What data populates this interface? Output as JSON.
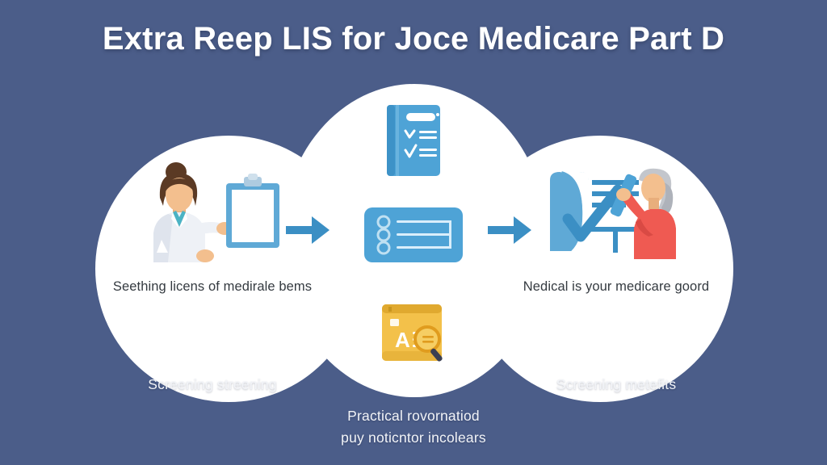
{
  "title": "Extra Reep LIS for Joce Medicare Part D",
  "colors": {
    "background": "#4b5d89",
    "circle": "#ffffff",
    "arrow": "#3b8fc4",
    "icon_blue": "#4ea3d6",
    "icon_blue_dark": "#2f7fb5",
    "icon_orange": "#f3c14a",
    "icon_orange_dark": "#e0a92f",
    "caption_text": "#343a40",
    "label_text": "#f2f4f8",
    "coat_white": "#eef1f6",
    "skin": "#f3bf8e",
    "hair_brown": "#5b3a24",
    "hair_grey": "#c3c6cc",
    "coral": "#ef5a52"
  },
  "steps": [
    {
      "id": "left",
      "art_name": "doctor-with-clipboard-illustration",
      "caption": "Seething licens of medirale bems",
      "bottom_label": "Screening streening"
    },
    {
      "id": "right",
      "art_name": "senior-woman-at-whiteboard-illustration",
      "caption": "Nedical is your medicare goord",
      "bottom_label": "Screening metefits"
    }
  ],
  "center": {
    "icons": [
      {
        "name": "checklist-book-icon",
        "color": "#4ea3d6"
      },
      {
        "name": "list-card-icon",
        "color": "#4ea3d6"
      },
      {
        "name": "document-magnifier-icon",
        "color": "#f3c14a"
      }
    ],
    "bottom_label_line1": "Practical rovornatiod",
    "bottom_label_line2": "puy noticntor incolears"
  },
  "arrows": [
    {
      "name": "arrow-right-1"
    },
    {
      "name": "arrow-right-2"
    }
  ]
}
